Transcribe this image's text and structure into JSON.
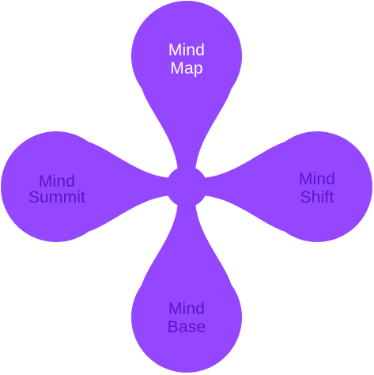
{
  "diagram": {
    "colors": {
      "shape": "#9546FF",
      "label_highlight": "#FFFFFF",
      "label": "#5C14C7",
      "background": "#FFFFFF"
    },
    "lobes": [
      {
        "id": "top",
        "line1": "Mind",
        "line2": "Map",
        "highlighted": true
      },
      {
        "id": "right",
        "line1": "Mind",
        "line2": "Shift",
        "highlighted": false
      },
      {
        "id": "bottom",
        "line1": "Mind",
        "line2": "Base",
        "highlighted": false
      },
      {
        "id": "left",
        "line1": "Mind",
        "line2": "Summit",
        "highlighted": false
      }
    ]
  }
}
